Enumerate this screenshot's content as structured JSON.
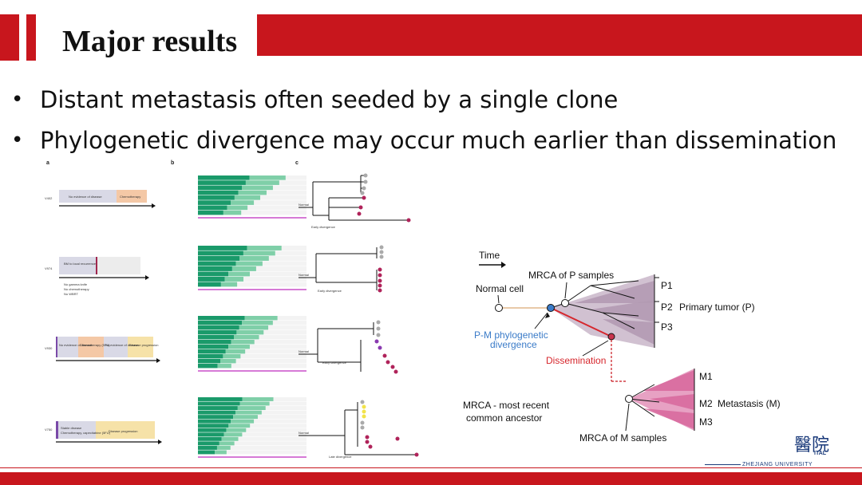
{
  "slide": {
    "title": "Major results",
    "bullets": [
      "Distant metastasis often seeded by a single clone",
      "Phylogenetic divergence may occur much earlier than dissemination"
    ]
  },
  "figure_panels": {
    "a": "a",
    "b": "b",
    "c": "c"
  },
  "timelines": [
    {
      "patient": "V402",
      "phases": [
        "No evidence of disease",
        "Chemotherapy"
      ]
    },
    {
      "patient": "V974",
      "phases": [
        "BM to local recurrence"
      ],
      "notes": [
        "No gamma knife",
        "No chemotherapy",
        "No WBRT"
      ]
    },
    {
      "patient": "V930",
      "phases": [
        "No evidence of disease",
        "Chemotherapy (5FU)",
        "No evidence of disease",
        "Disease progression"
      ]
    },
    {
      "patient": "V750",
      "phases": [
        "Stable disease",
        "Chemotherapy, capecitabine (5FU)",
        "Disease progression"
      ]
    }
  ],
  "tree_labels": {
    "normal": "Normal",
    "early_divergence": "Early divergence",
    "late_divergence": "Late divergence"
  },
  "diagram": {
    "time_label": "Time",
    "mrca_p": "MRCA of P samples",
    "normal_cell": "Normal cell",
    "pm_divergence_line1": "P-M phylogenetic",
    "pm_divergence_line2": "divergence",
    "dissemination": "Dissemination",
    "p1": "P1",
    "p2": "P2",
    "p3": "P3",
    "primary_tumor": "Primary tumor (P)",
    "m1": "M1",
    "m2": "M2",
    "m3": "M3",
    "metastasis": "Metastasis (M)",
    "mrca_def_line1": "MRCA - most recent",
    "mrca_def_line2": "common ancestor",
    "mrca_m": "MRCA of M samples"
  },
  "logo": {
    "chars": "醫院",
    "sub": "ITAL",
    "univ": "ZHEJIANG UNIVERSITY"
  },
  "colors": {
    "brand_red": "#c8161d",
    "heatmap_green": "#1a9a6a",
    "primary_purple": "#b8a7b8",
    "metastasis_pink": "#e07aa8",
    "divergence_blue": "#3a7bc8",
    "dissemination_red": "#d6262c"
  }
}
